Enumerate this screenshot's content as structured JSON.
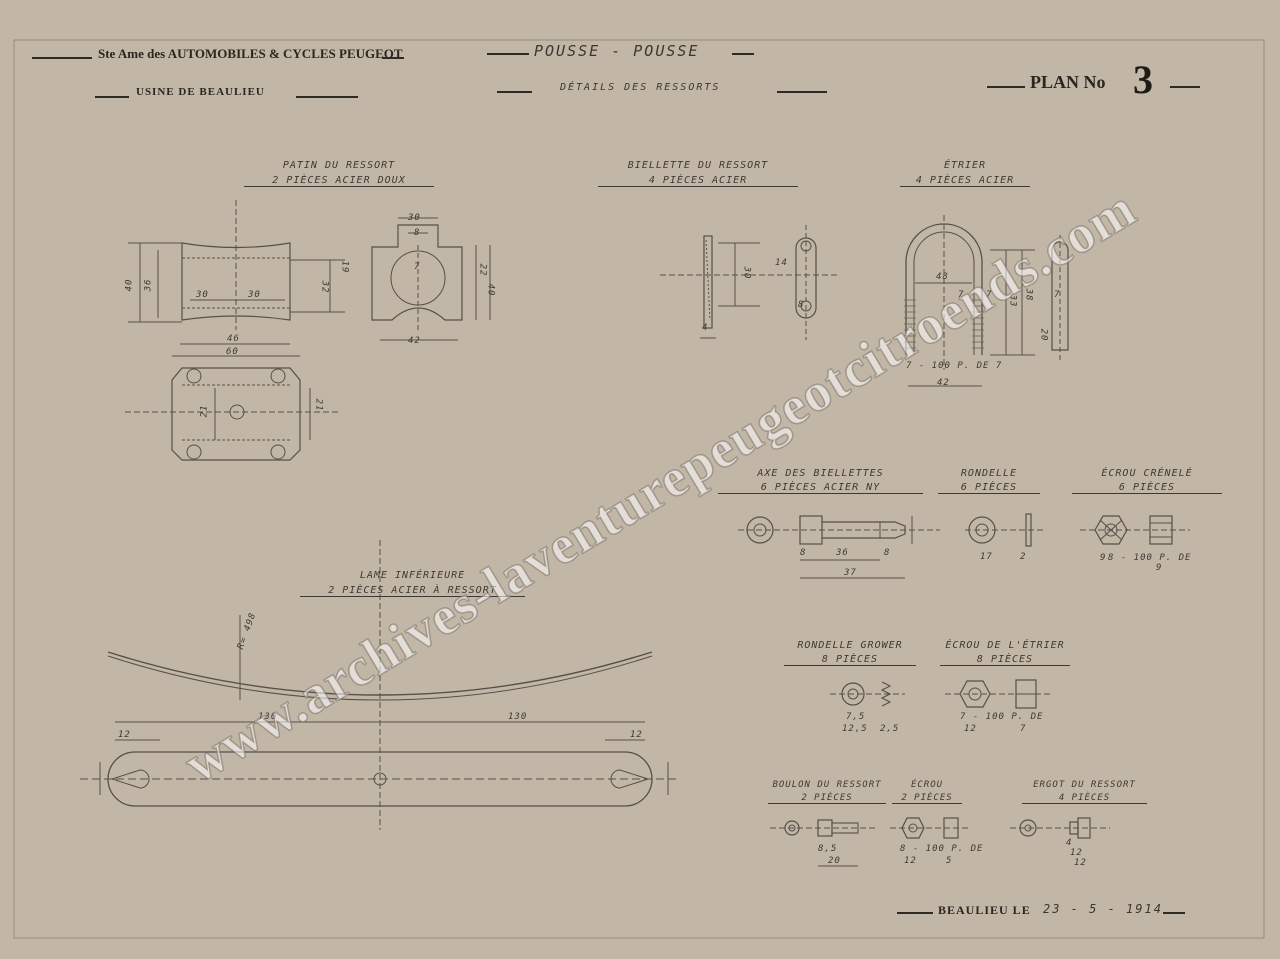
{
  "header": {
    "company": "Ste Ame des AUTOMOBILES & CYCLES PEUGEOT",
    "factory": "USINE DE BEAULIEU",
    "project": "POUSSE - POUSSE",
    "subject": "DÉTAILS DES RESSORTS",
    "plan_label": "PLAN No",
    "plan_number": "3"
  },
  "parts": {
    "patin": {
      "name": "PATIN DU RESSORT",
      "qty": "2 PIÈCES ACIER DOUX"
    },
    "biellette": {
      "name": "BIELLETTE DU RESSORT",
      "qty": "4 PIÈCES ACIER"
    },
    "etrier": {
      "name": "ÉTRIER",
      "qty": "4 PIÈCES ACIER"
    },
    "axe": {
      "name": "AXE DES BIELLETTES",
      "qty": "6 PIÈCES ACIER NY"
    },
    "rondelle": {
      "name": "RONDELLE",
      "qty": "6 PIÈCES"
    },
    "ecrou_crenele": {
      "name": "ÉCROU CRÉNELÉ",
      "qty": "6 PIÈCES"
    },
    "lame": {
      "name": "LAME INFÉRIEURE",
      "qty": "2 PIÈCES ACIER À RESSORT"
    },
    "rondelle_grower": {
      "name": "RONDELLE GROWER",
      "qty": "8 PIÈCES"
    },
    "ecrou_etrier": {
      "name": "ÉCROU DE L'ÉTRIER",
      "qty": "8 PIÈCES"
    },
    "boulon": {
      "name": "BOULON DU RESSORT",
      "qty": "2 PIÈCES"
    },
    "ecrou": {
      "name": "ÉCROU",
      "qty": "2 PIÈCES"
    },
    "ergot": {
      "name": "ERGOT DU RESSORT",
      "qty": "4 PIÈCES"
    }
  },
  "dimensions": {
    "patin": [
      "30",
      "30",
      "46",
      "60",
      "36",
      "40",
      "32",
      "19",
      "21",
      "21",
      "30",
      "8",
      "22",
      "42",
      "7",
      "40"
    ],
    "biellette": [
      "30",
      "14",
      "4",
      "8"
    ],
    "etrier": [
      "48",
      "7",
      "7",
      "7",
      "33",
      "38",
      "20",
      "42",
      "7 - 100 P. DE 7"
    ],
    "axe": [
      "8",
      "36",
      "8",
      "37"
    ],
    "rondelle": [
      "17",
      "2"
    ],
    "ecrou_crenele": [
      "9",
      "8 - 100 P. DE",
      "9"
    ],
    "lame": [
      "130",
      "130",
      "12",
      "12",
      "R= 498"
    ],
    "rondelle_grower": [
      "7,5",
      "12,5",
      "2,5"
    ],
    "ecrou_etrier": [
      "7 - 100 P. DE",
      "12",
      "7"
    ],
    "boulon": [
      "8,5",
      "20"
    ],
    "ecrou": [
      "8 - 100 P. DE",
      "12",
      "5"
    ],
    "ergot": [
      "4",
      "12",
      "12"
    ]
  },
  "footer": {
    "place": "BEAULIEU LE",
    "date": "23 - 5 - 1914"
  },
  "watermark": "www.archives-laventurepeugeotcitroends.com",
  "colors": {
    "paper": "#c2b7a6",
    "ink": "#2a2620",
    "pencil": "#5a554d"
  }
}
